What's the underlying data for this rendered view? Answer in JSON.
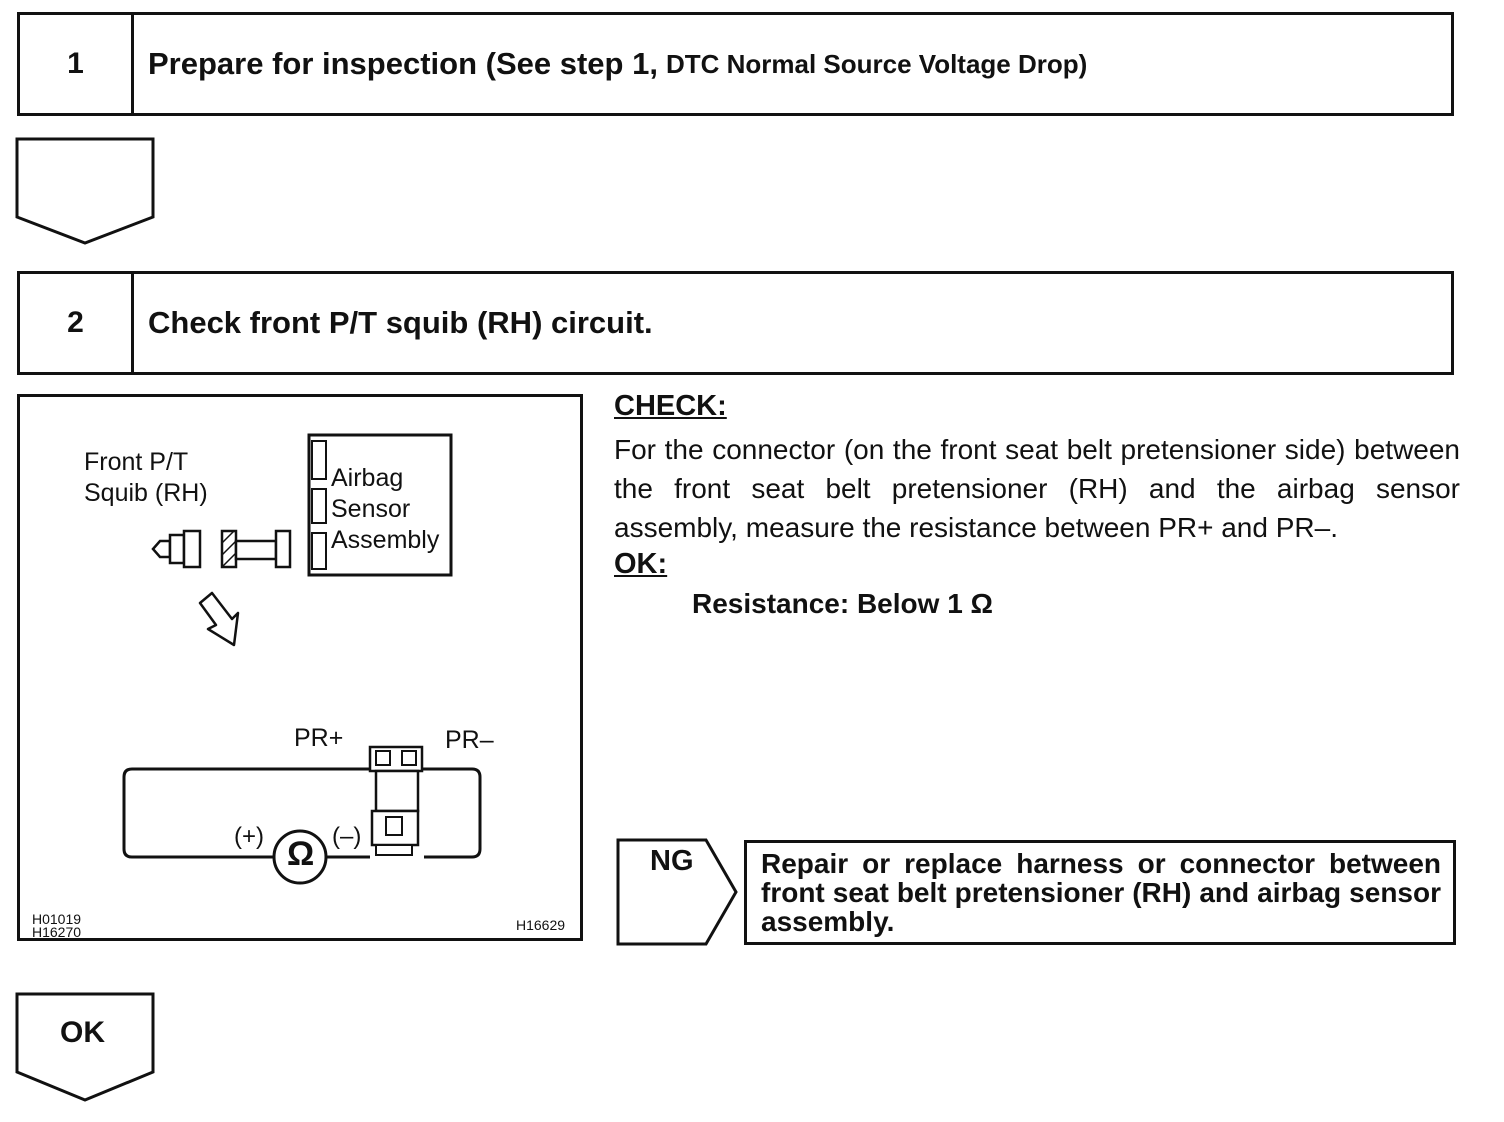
{
  "step1": {
    "number": "1",
    "title": "Prepare for inspection (See step 1,",
    "title_ref": "DTC Normal Source Voltage Drop)"
  },
  "step2": {
    "number": "2",
    "title": "Check front P/T squib (RH) circuit."
  },
  "diagram": {
    "label_squib": "Front P/T Squib (RH)",
    "label_squib_line1": "Front P/T",
    "label_squib_line2": "Squib (RH)",
    "label_sensor_line1": "Airbag",
    "label_sensor_line2": "Sensor",
    "label_sensor_line3": "Assembly",
    "pr_plus": "PR+",
    "pr_minus": "PR–",
    "meter_plus": "(+)",
    "meter_minus": "(–)",
    "ohm_symbol": "Ω",
    "code_left_1": "H01019",
    "code_left_2": "H16270",
    "code_right": "H16629"
  },
  "check": {
    "heading": "CHECK:",
    "text": "For the connector (on the front seat belt pretensioner side) between the front seat belt pretensioner (RH) and the airbag sensor assembly, measure the resistance between PR+ and PR–."
  },
  "ok_spec": {
    "heading": "OK:",
    "value": "Resistance: Below 1 Ω"
  },
  "ng": {
    "label": "NG",
    "action": "Repair or replace harness or connector between front seat belt pretensioner (RH) and airbag sensor assembly."
  },
  "ok_result": {
    "label": "OK"
  }
}
